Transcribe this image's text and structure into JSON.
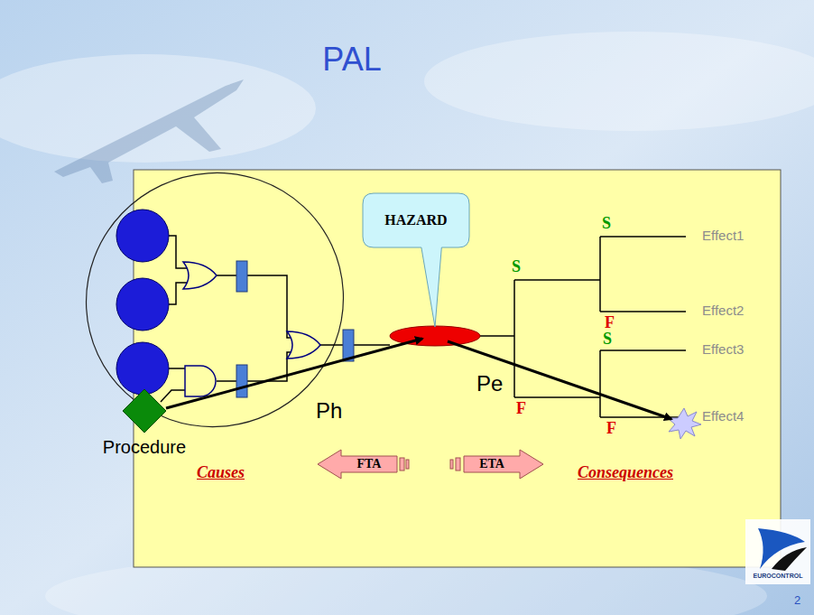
{
  "diagram": {
    "title": "PAL",
    "nodes": [
      {
        "text": [
          "HAZARD"
        ]
      },
      {
        "text": [
          "Procedure"
        ]
      },
      {
        "text": [
          "FTA"
        ]
      },
      {
        "text": [
          "ETA"
        ]
      }
    ],
    "labels": [
      "S",
      "S",
      "F",
      "S",
      "Pe",
      "F",
      "F",
      "Effect1",
      "Effect2",
      "Effect3",
      "Effect4",
      "Ph",
      "Causes",
      "Consequences",
      "EUROCONTROL",
      "2"
    ]
  }
}
